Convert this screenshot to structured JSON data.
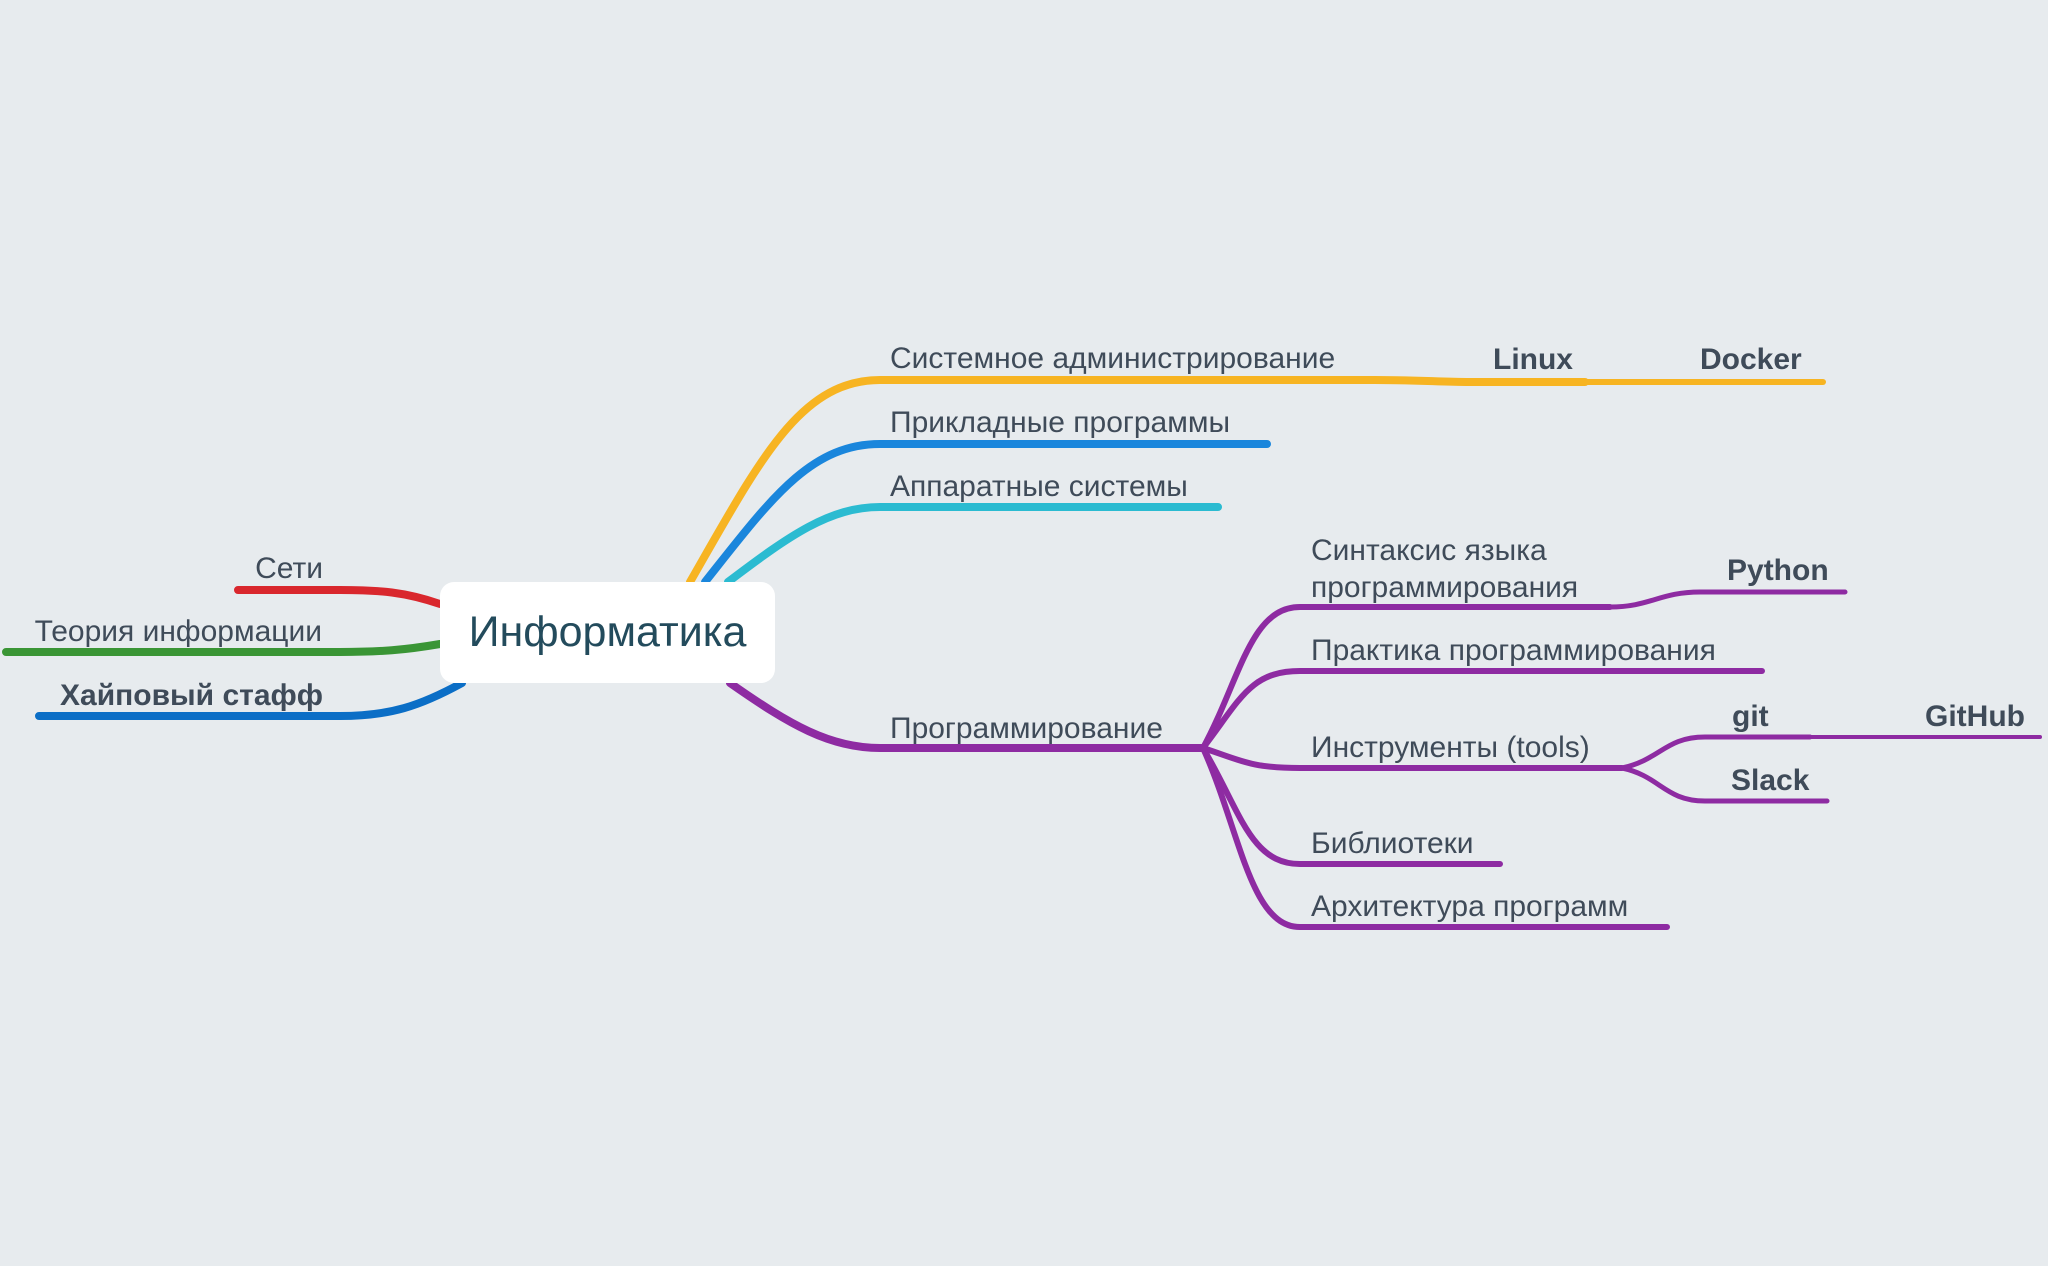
{
  "colors": {
    "background": "#e7ebee",
    "networks": "#d9272d",
    "info_theory": "#3a9535",
    "hype": "#0b6ec6",
    "sysadmin": "#f7b422",
    "apps": "#1a86dc",
    "hardware": "#2bbbd1",
    "programming": "#8e2ba2",
    "text": "#3f4b59",
    "root_text": "#234b5c"
  },
  "root": {
    "label": "Информатика"
  },
  "left": {
    "networks": "Сети",
    "info_theory": "Теория информации",
    "hype": "Хайповый стафф"
  },
  "right": {
    "sysadmin": {
      "label": "Системное администрирование",
      "children": [
        "Linux",
        "Docker"
      ]
    },
    "apps": "Прикладные программы",
    "hardware": "Аппаратные системы",
    "programming": {
      "label": "Программирование",
      "syntax": {
        "line1": "Синтаксис языка",
        "line2": "программирования",
        "child": "Python"
      },
      "practice": "Практика программирования",
      "tools": {
        "label": "Инструменты (tools)",
        "git": "git",
        "github": "GitHub",
        "slack": "Slack"
      },
      "libraries": "Библиотеки",
      "architecture": "Архитектура программ"
    }
  }
}
